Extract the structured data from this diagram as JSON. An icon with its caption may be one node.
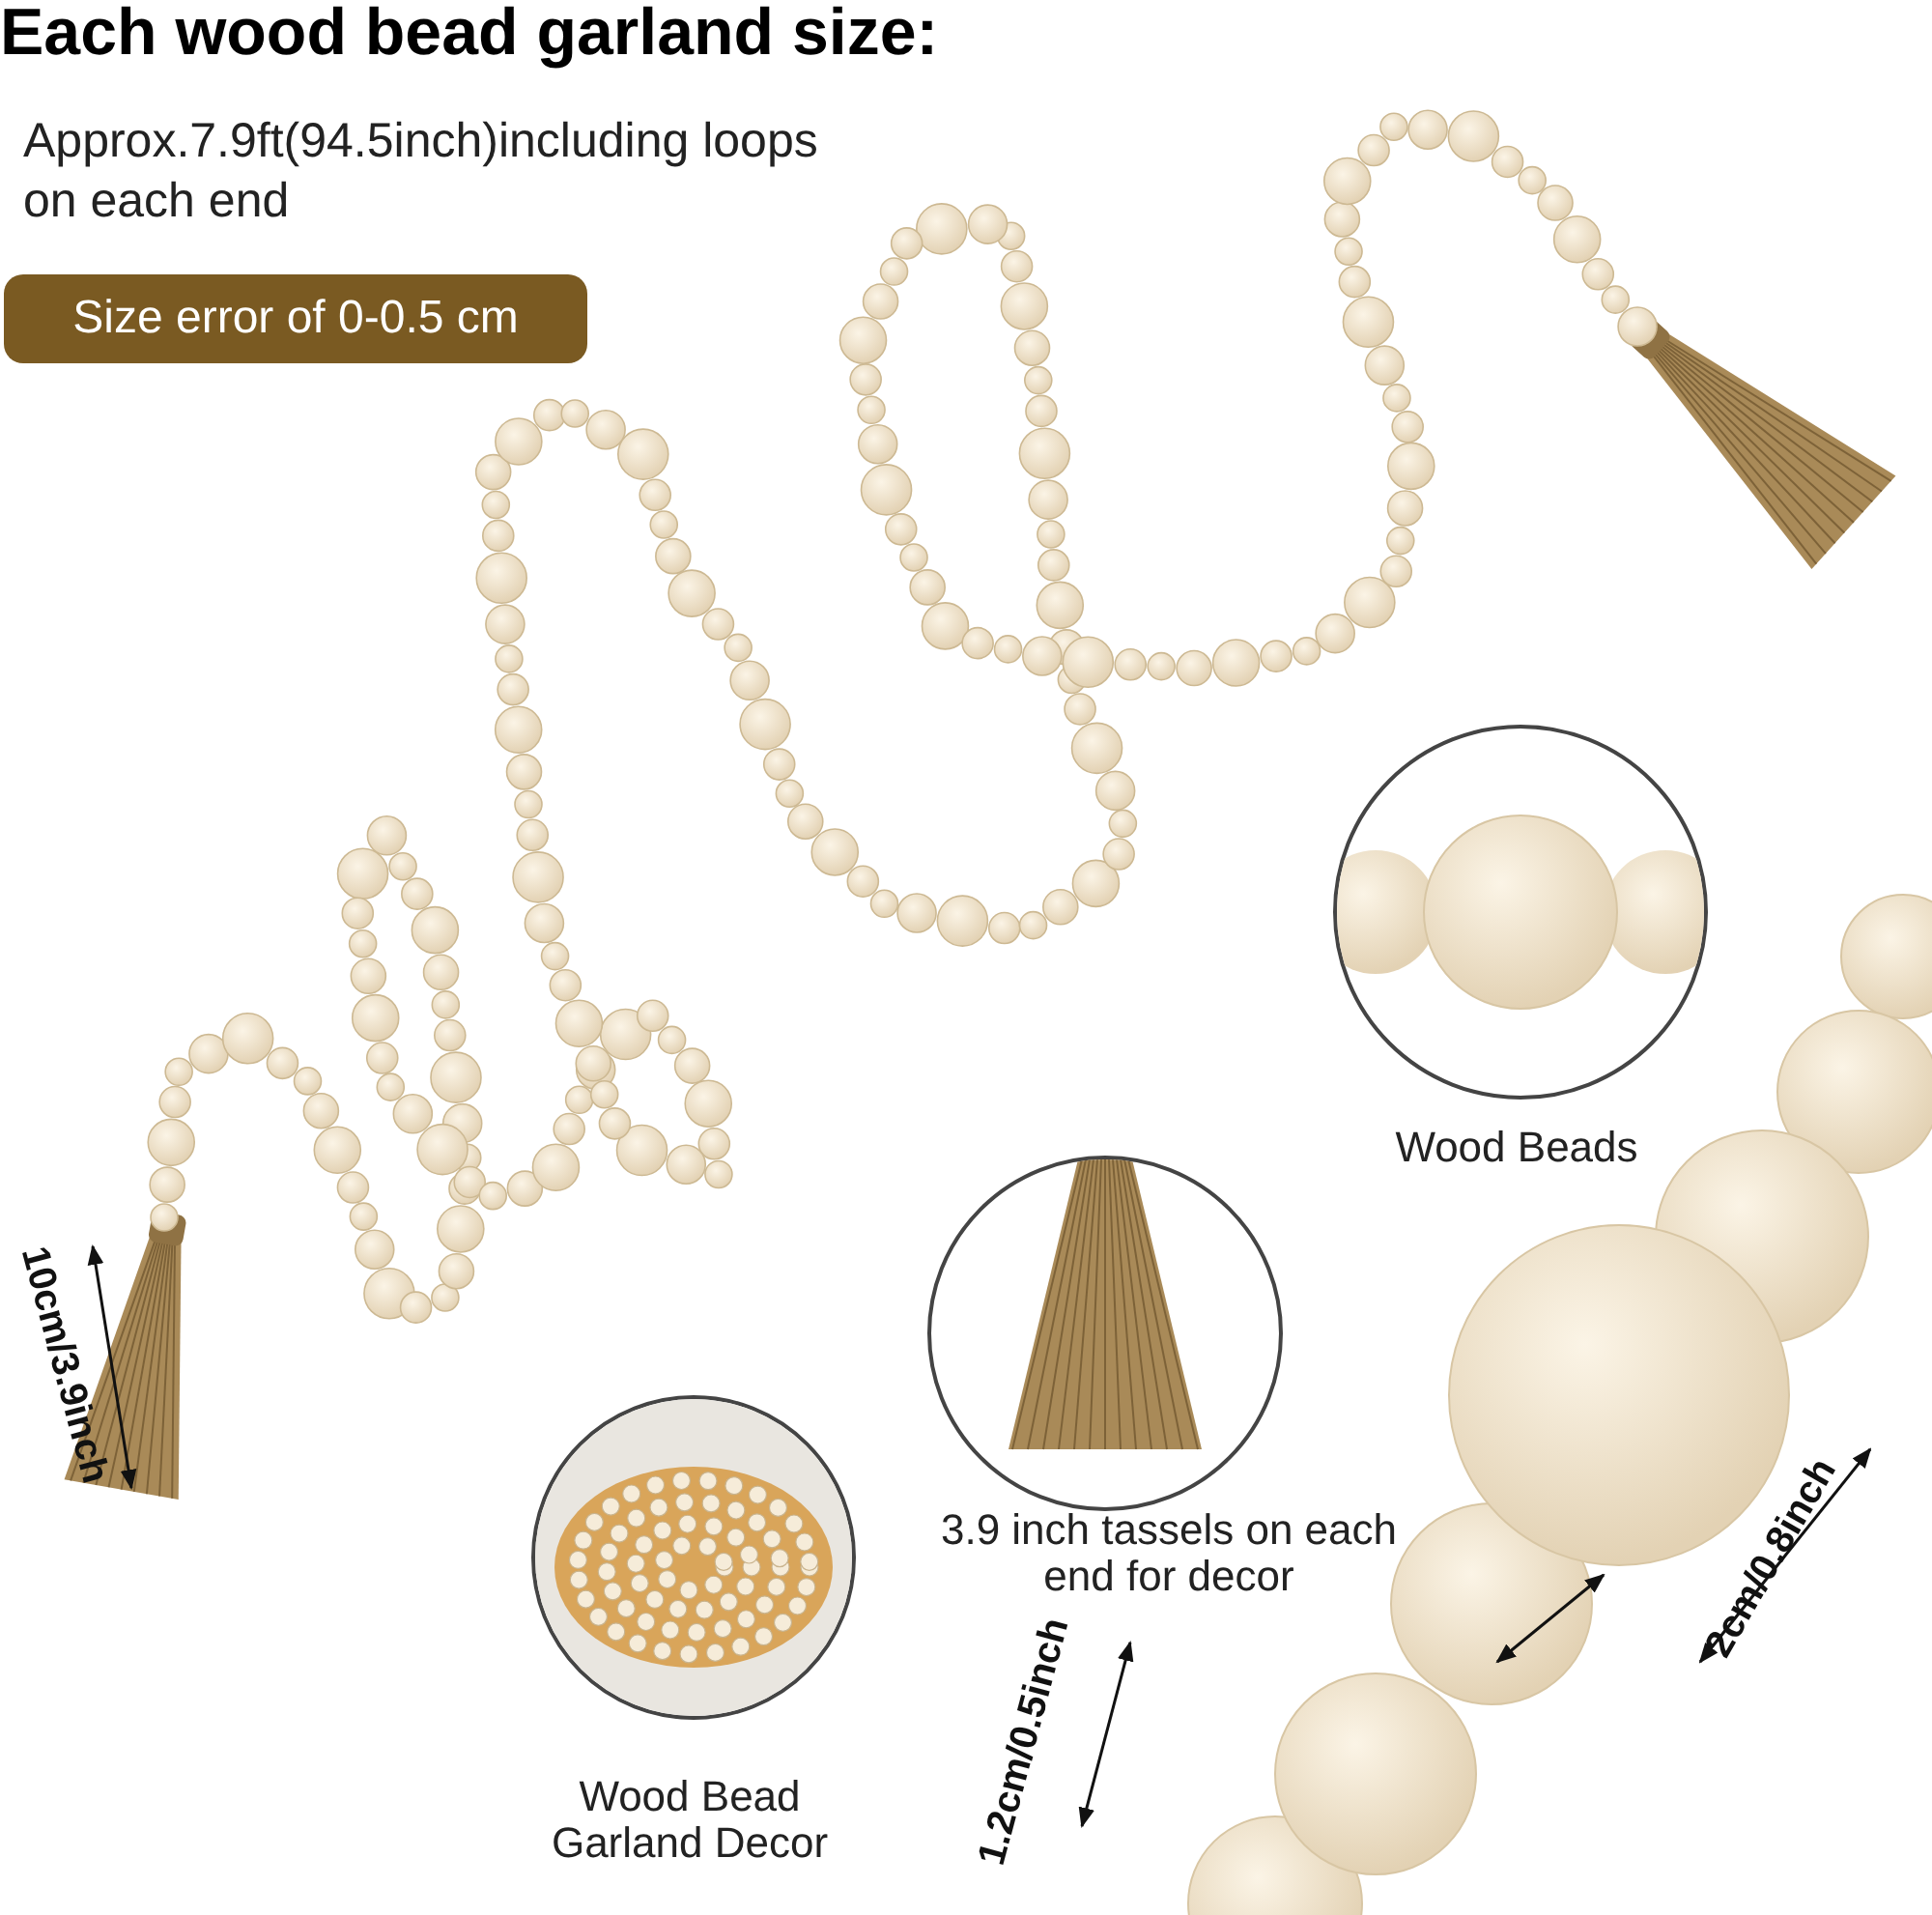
{
  "diagram": {
    "title": "Each wood bead garland size:",
    "nodes": [
      {
        "text": [],
        "shape": "picture",
        "beside": [
          "Wood Beads"
        ]
      },
      {
        "text": [],
        "shape": "picture",
        "beside": [
          "3.9 inch tassels on each end for decor"
        ]
      },
      {
        "text": [],
        "shape": "picture",
        "beside": [
          "Wood Bead Garland Decor"
        ]
      },
      {
        "text": [
          "Size error of 0-0.5 cm"
        ]
      }
    ],
    "labels": [
      "Approx.7.9ft(94.5inch)including loops on each end",
      "10cm/3.9inch",
      "1.2cm/0.5inch",
      "2cm/0.8inch"
    ]
  }
}
